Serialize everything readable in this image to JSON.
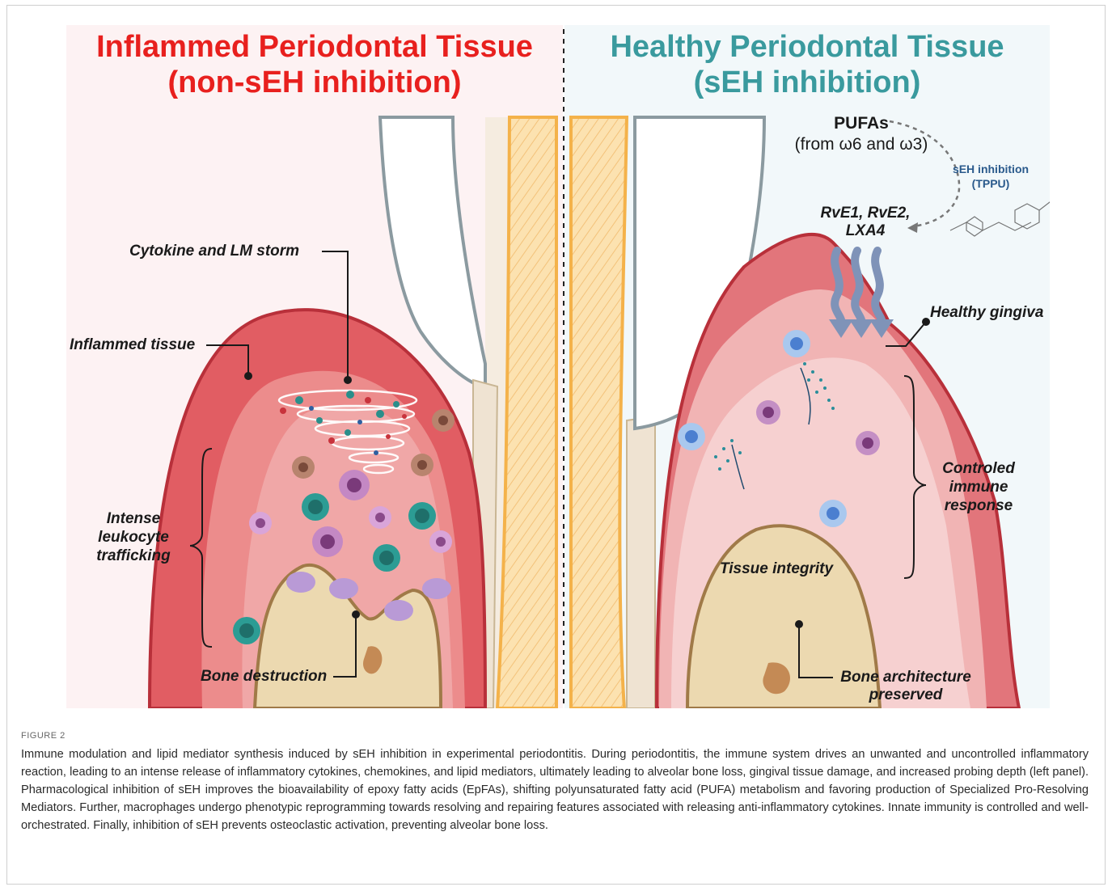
{
  "figure": {
    "left_title_line1": "Inflammed Periodontal Tissue",
    "left_title_line2": "(non-sEH inhibition)",
    "right_title_line1": "Healthy Periodontal Tissue",
    "right_title_line2": "(sEH inhibition)",
    "labels_left": {
      "cytokine_storm": "Cytokine and LM storm",
      "inflammed_tissue": "Inflammed tissue",
      "intense": "Intense",
      "leukocyte": "leukocyte",
      "trafficking": "trafficking",
      "bone_destruction": "Bone destruction"
    },
    "labels_right": {
      "pufas": "PUFAs",
      "pufas_source": "(from ω6 and ω3)",
      "seh_inhibition": "sEH inhibition",
      "tppu": "(TPPU)",
      "rve_line1": "RvE1, RvE2,",
      "rve_line2": "LXA4",
      "healthy_gingiva": "Healthy gingiva",
      "controled": "Controled",
      "immune": "immune",
      "response": "response",
      "tissue_integrity": "Tissue integrity",
      "bone_arch_line1": "Bone architecture",
      "bone_arch_line2": "preserved"
    },
    "colors": {
      "inflamed_title": "#e8201e",
      "healthy_title": "#3a9a9e",
      "seh_text": "#2a5a8c"
    }
  },
  "caption": {
    "label": "FIGURE 2",
    "text": "Immune modulation and lipid mediator synthesis induced by sEH inhibition in experimental periodontitis. During periodontitis, the immune system drives an unwanted and uncontrolled inflammatory reaction, leading to an intense release of inflammatory cytokines, chemokines, and lipid mediators, ultimately leading to alveolar bone loss, gingival tissue damage, and increased probing depth (left panel). Pharmacological inhibition of sEH improves the bioavailability of epoxy fatty acids (EpFAs), shifting polyunsaturated fatty acid (PUFA) metabolism and favoring production of Specialized Pro-Resolving Mediators. Further, macrophages undergo phenotypic reprogramming towards resolving and repairing features associated with releasing anti-inflammatory cytokines. Innate immunity is controlled and well-orchestrated. Finally, inhibition of sEH prevents osteoclastic activation, preventing alveolar bone loss."
  }
}
